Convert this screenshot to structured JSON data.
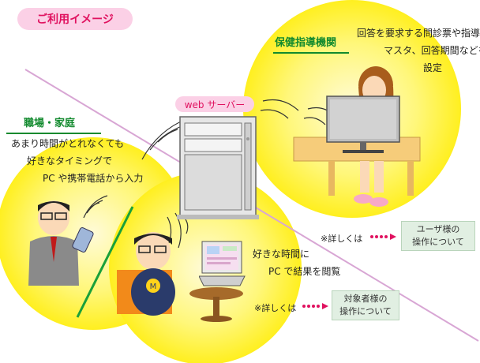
{
  "title": "ご利用イメージ",
  "server": {
    "label": "web サーバー"
  },
  "workplace": {
    "heading": "職場・家庭",
    "lines": [
      "あまり時間がとれなくても",
      "好きなタイミングで",
      "PC や携帯電話から入力"
    ]
  },
  "health": {
    "heading": "保健指導機関",
    "lines": [
      "回答を要求する問診票や指導票",
      "マスタ、回答期間などを",
      "設定"
    ]
  },
  "viewer": {
    "lines": [
      "好きな時間に",
      "PC で結果を閲覧"
    ]
  },
  "notes": {
    "user": {
      "prefix": "※詳しくは",
      "box": [
        "ユーザ様の",
        "操作について"
      ]
    },
    "subject": {
      "prefix": "※詳しくは",
      "box": [
        "対象者様の",
        "操作について"
      ]
    }
  },
  "icons": [
    "server-icon",
    "wifi-waves-icon",
    "phone-user-icon",
    "pc-user-icon",
    "woman-at-desk-icon",
    "laptop-icon",
    "monitor-icon",
    "arrow-right-icon"
  ],
  "colors": {
    "accent": "#e0115f",
    "badge": "#fbd0e6",
    "heading_green": "#128a2e",
    "divider_line": "#d8a6d4",
    "circle_yellow": "#fff43a"
  }
}
